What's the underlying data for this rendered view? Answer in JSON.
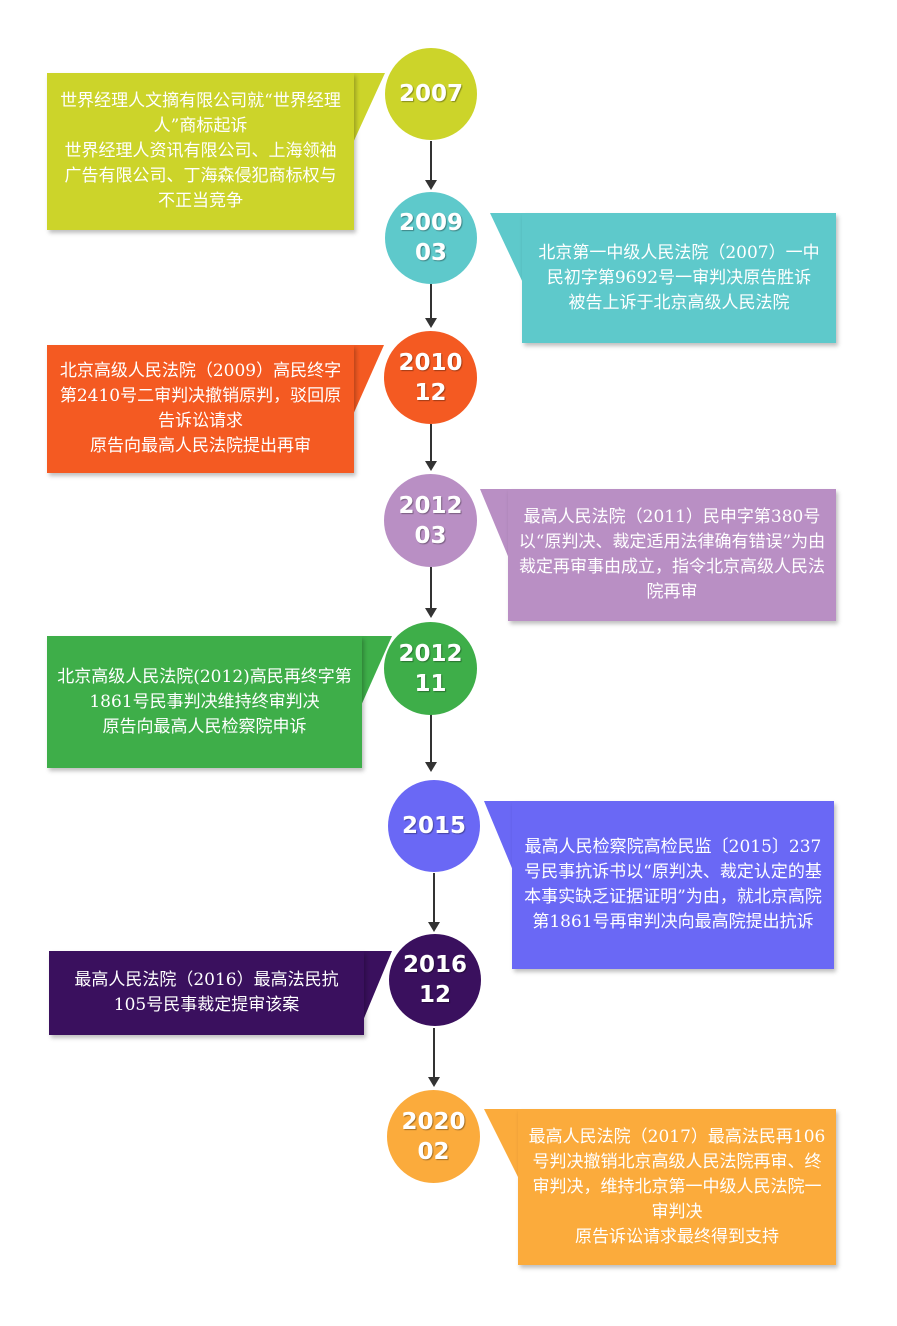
{
  "events": [
    {
      "date": "2007",
      "color": "#ccd42a",
      "text": "世界经理人文摘有限公司就“世界经理人”商标起诉\n世界经理人资讯有限公司、上海领袖广告有限公司、丁海森侵犯商标权与不正当竞争"
    },
    {
      "date": "2009\n03",
      "color": "#5ec9cb",
      "text": "北京第一中级人民法院（2007）一中民初字第9692号一审判决原告胜诉\n被告上诉于北京高级人民法院"
    },
    {
      "date": "2010\n12",
      "color": "#f45a22",
      "text": "北京高级人民法院（2009）高民终字第2410号二审判决撤销原判，驳回原告诉讼请求\n原告向最高人民法院提出再审"
    },
    {
      "date": "2012\n03",
      "color": "#b98fc4",
      "text": "最高人民法院（2011）民申字第380号以“原判决、裁定适用法律确有错误”为由裁定再审事由成立，指令北京高级人民法院再审"
    },
    {
      "date": "2012\n11",
      "color": "#3eae49",
      "text": "北京高级人民法院(2012)高民再终字第1861号民事判决维持终审判决\n原告向最高人民检察院申诉"
    },
    {
      "date": "2015",
      "color": "#6a68f5",
      "text": "最高人民检察院高检民监〔2015〕237号民事抗诉书以“原判决、裁定认定的基本事实缺乏证据证明”为由，就北京高院第1861号再审判决向最高院提出抗诉"
    },
    {
      "date": "2016\n12",
      "color": "#3a105e",
      "text": "最高人民法院（2016）最高法民抗105号民事裁定提审该案"
    },
    {
      "date": "2020\n02",
      "color": "#fbab3c",
      "text": "最高人民法院（2017）最高法民再106号判决撤销北京高级人民法院再审、终审判决，维持北京第一中级人民法院一审判决\n原告诉讼请求最终得到支持"
    }
  ]
}
